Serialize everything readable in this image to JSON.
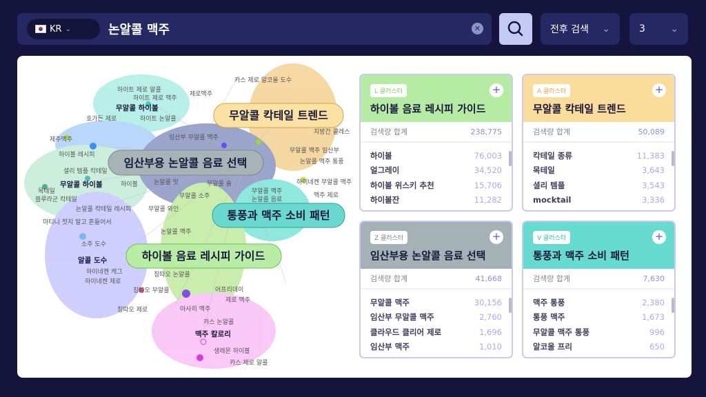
{
  "search": {
    "country": "KR",
    "query": "논알콜 맥주",
    "clear_icon": "x-circle-icon",
    "search_icon": "magnifier-icon"
  },
  "filters": {
    "mode": "전후 검색",
    "depth": "3"
  },
  "graph": {
    "clusters": [
      {
        "label": "무알콜 칵테일 트렌드",
        "color": "#fbe2a2"
      },
      {
        "label": "임산부용 논알콜 음료 선택",
        "color": "#a7b3b7"
      },
      {
        "label": "통풍과 맥주 소비 패턴",
        "color": "#6ad9cf"
      },
      {
        "label": "하이볼 음료 레시피 가이드",
        "color": "#b9eca5"
      }
    ],
    "hubs": [
      "무알콜 하이볼",
      "무알콜 하이볼",
      "알콜 도수",
      "맥주 칼로리"
    ],
    "nodes": [
      "하이트 제로 알콜",
      "하이트 제로 맥주",
      "하이트 논알콜",
      "호가든 제로",
      "제주맥주",
      "하이볼 레시피",
      "셜리 템플 칵테일",
      "하이볼",
      "목테일",
      "블루라군 칵테일",
      "논알콜 칵테일 레시피",
      "무알콜 와인",
      "마티니 젓지 말고 흔들어서",
      "논알콜 맛",
      "카스 제로 알코올 도수",
      "제로맥주",
      "지방간 클레스",
      "무알콜 맥주 임산부",
      "논알콜 맥주 통풍",
      "무알콜 술",
      "무알콜 맥주",
      "하이네켄 무알콜 맥주",
      "맥주 제로",
      "무알콜 소주",
      "논알콜 맥주",
      "소주 도수",
      "하이네켄 케그",
      "하이네켄 제로",
      "칭따오 논알콜",
      "칭따오 무알콜",
      "칭따오 제로",
      "어프리데이",
      "제로 맥주",
      "아사히 맥주",
      "카스 논알콜",
      "생레몬 하이볼",
      "카스 제로 알콜",
      "임산부 무알콜 맥주",
      "논알콜 음료"
    ]
  },
  "cards": [
    {
      "badge": "L 클러스터",
      "title": "하이볼 음료 레시피 가이드",
      "color": "#b6eba3",
      "badge_color": "#7fcf6a",
      "sum_label": "검색량 합계",
      "sum": "238,775",
      "rows": [
        {
          "k": "하이볼",
          "v": "76,003"
        },
        {
          "k": "얼그레이",
          "v": "34,520"
        },
        {
          "k": "하이볼 위스키 추천",
          "v": "15,706"
        },
        {
          "k": "하이볼잔",
          "v": "11,282"
        }
      ]
    },
    {
      "badge": "A 클러스터",
      "title": "무알콜 칵테일 트렌드",
      "color": "#fadc9b",
      "badge_color": "#e6a53a",
      "sum_label": "검색량 합계",
      "sum": "50,089",
      "rows": [
        {
          "k": "칵테일 종류",
          "v": "11,383"
        },
        {
          "k": "목테일",
          "v": "3,643"
        },
        {
          "k": "셜리 템플",
          "v": "3,543"
        },
        {
          "k": "mocktail",
          "v": "3,336"
        }
      ]
    },
    {
      "badge": "Z 클러스터",
      "title": "임산부용 논알콜 음료 선택",
      "color": "#a5b2b5",
      "badge_color": "#7b8588",
      "sum_label": "검색량 합계",
      "sum": "41,668",
      "rows": [
        {
          "k": "무알콜 맥주",
          "v": "30,156"
        },
        {
          "k": "임산부 무알콜 맥주",
          "v": "2,760"
        },
        {
          "k": "클라우드 클리어 제로",
          "v": "1,696"
        },
        {
          "k": "임산부 맥주",
          "v": "1,010"
        }
      ]
    },
    {
      "badge": "V 클러스터",
      "title": "통풍과 맥주 소비 패턴",
      "color": "#67dbd0",
      "badge_color": "#2fbfb0",
      "sum_label": "검색량 합계",
      "sum": "7,630",
      "rows": [
        {
          "k": "맥주 통풍",
          "v": "2,380"
        },
        {
          "k": "통풍 맥주",
          "v": "1,673"
        },
        {
          "k": "무알콜 맥주 통풍",
          "v": "996"
        },
        {
          "k": "알코올 프리",
          "v": "650"
        }
      ]
    }
  ]
}
